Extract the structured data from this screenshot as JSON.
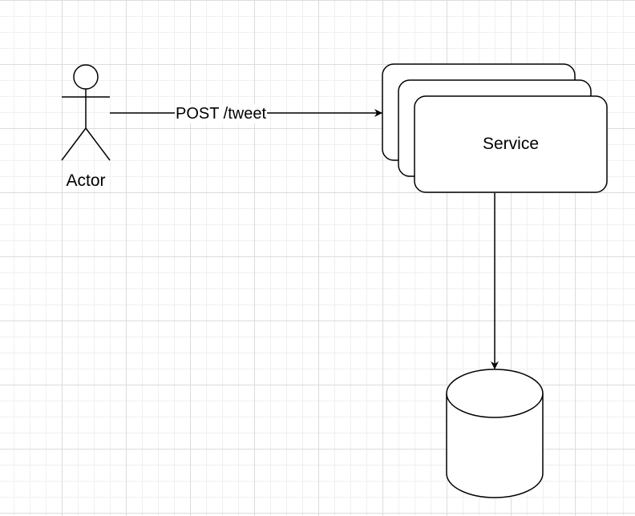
{
  "diagram": {
    "actor": {
      "label": "Actor",
      "icon": "stick-figure-icon"
    },
    "edge_request": {
      "label": "POST /tweet"
    },
    "service": {
      "label": "Service",
      "instances_shown": 3
    },
    "database": {
      "label": "",
      "icon": "cylinder-database-icon"
    }
  },
  "colors": {
    "stroke": "#000000",
    "fill": "#ffffff",
    "grid_major": "#dcdcdc",
    "grid_minor": "#f0f0f0"
  }
}
